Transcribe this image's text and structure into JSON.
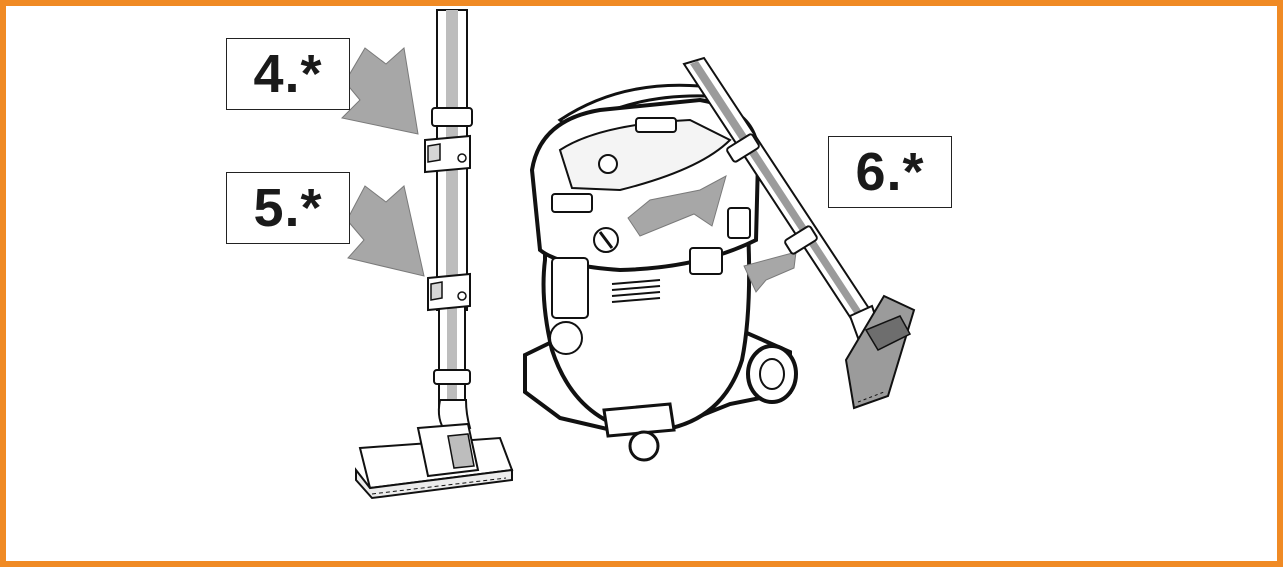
{
  "labels": {
    "step4": "4.*",
    "step5": "5.*",
    "step6": "6.*"
  },
  "colors": {
    "border": "#f08a24",
    "arrow": "#a7a7a7",
    "tube": "#bdbdbd",
    "outline": "#111111",
    "background": "#ffffff"
  }
}
